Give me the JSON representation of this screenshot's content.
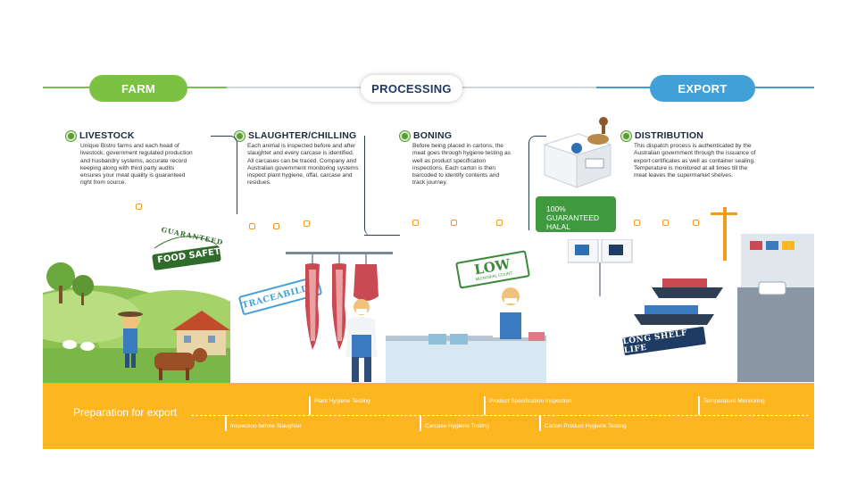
{
  "stages": {
    "farm": "FARM",
    "processing": "PROCESSING",
    "export": "EXPORT"
  },
  "steps": [
    {
      "title": "LIVESTOCK",
      "desc": "Unique Bistro farms and each head of livestock, government regulated production and husbandry systems, accurate record keeping along with third party audits ensures your meat quality is guaranteed right from source."
    },
    {
      "title": "SLAUGHTER/CHILLING",
      "desc": "Each animal is inspected before and after slaughter and every carcase is identified. All carcases can be traced. Company and Australian government monitoring systems inspect plant hygiene, offal, carcase and residues."
    },
    {
      "title": "BONING",
      "desc": "Before being placed in cartons, the meat goes through hygiene testing as well as product specification inspections. Each carton is then barcoded to identify contents and track journey."
    },
    {
      "title": "DISTRIBUTION",
      "desc": "This dispatch process is authenticated by the Australian government through the issuance of export certificates as well as container sealing. Temperature is monitored at all times till the meat leaves the supermarket shelves."
    }
  ],
  "badges": {
    "food_safety_top": "GUARANTEED",
    "food_safety": "FOOD SAFETY",
    "traceability": "TRACEABILITY",
    "low": "LOW",
    "low_sub": "MICROBIAL COUNT",
    "shelf_life": "LONG SHELF LIFE",
    "halal": "100% GUARANTEED HALAL"
  },
  "bottom": {
    "title": "Preparation for export",
    "labels_top": [
      "Plant Hygiene Testing",
      "Product Specification Inspection",
      "Temperature Monitoring"
    ],
    "labels_bottom": [
      "Inspection before Slaughter",
      "Carcase Hygiene Testing",
      "Carton Product Hygiene Testing"
    ]
  },
  "colors": {
    "farm": "#7cc242",
    "export": "#41a1d7",
    "bar": "#fdb520",
    "navy": "#1e3b63"
  }
}
